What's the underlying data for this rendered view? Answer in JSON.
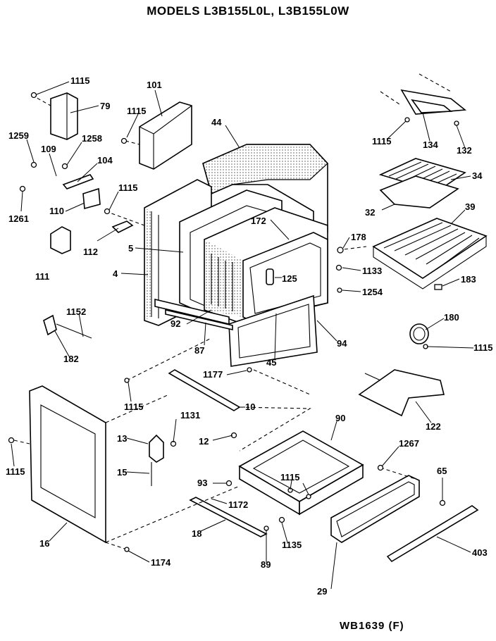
{
  "title": "MODELS L3B155L0L, L3B155L0W",
  "diagram_code": "WB1639 (F)",
  "callouts": [
    "1115",
    "79",
    "101",
    "1115",
    "44",
    "1259",
    "109",
    "1258",
    "104",
    "1261",
    "110",
    "1115",
    "112",
    "5",
    "4",
    "111",
    "172",
    "178",
    "1133",
    "125",
    "1254",
    "92",
    "87",
    "1152",
    "182",
    "1177",
    "94",
    "45",
    "1115",
    "1131",
    "13",
    "10",
    "12",
    "15",
    "1115",
    "16",
    "1174",
    "90",
    "1267",
    "93",
    "1115",
    "1172",
    "18",
    "89",
    "1135",
    "65",
    "29",
    "403",
    "1115",
    "134",
    "132",
    "34",
    "32",
    "39",
    "183",
    "180",
    "1115",
    "122"
  ]
}
